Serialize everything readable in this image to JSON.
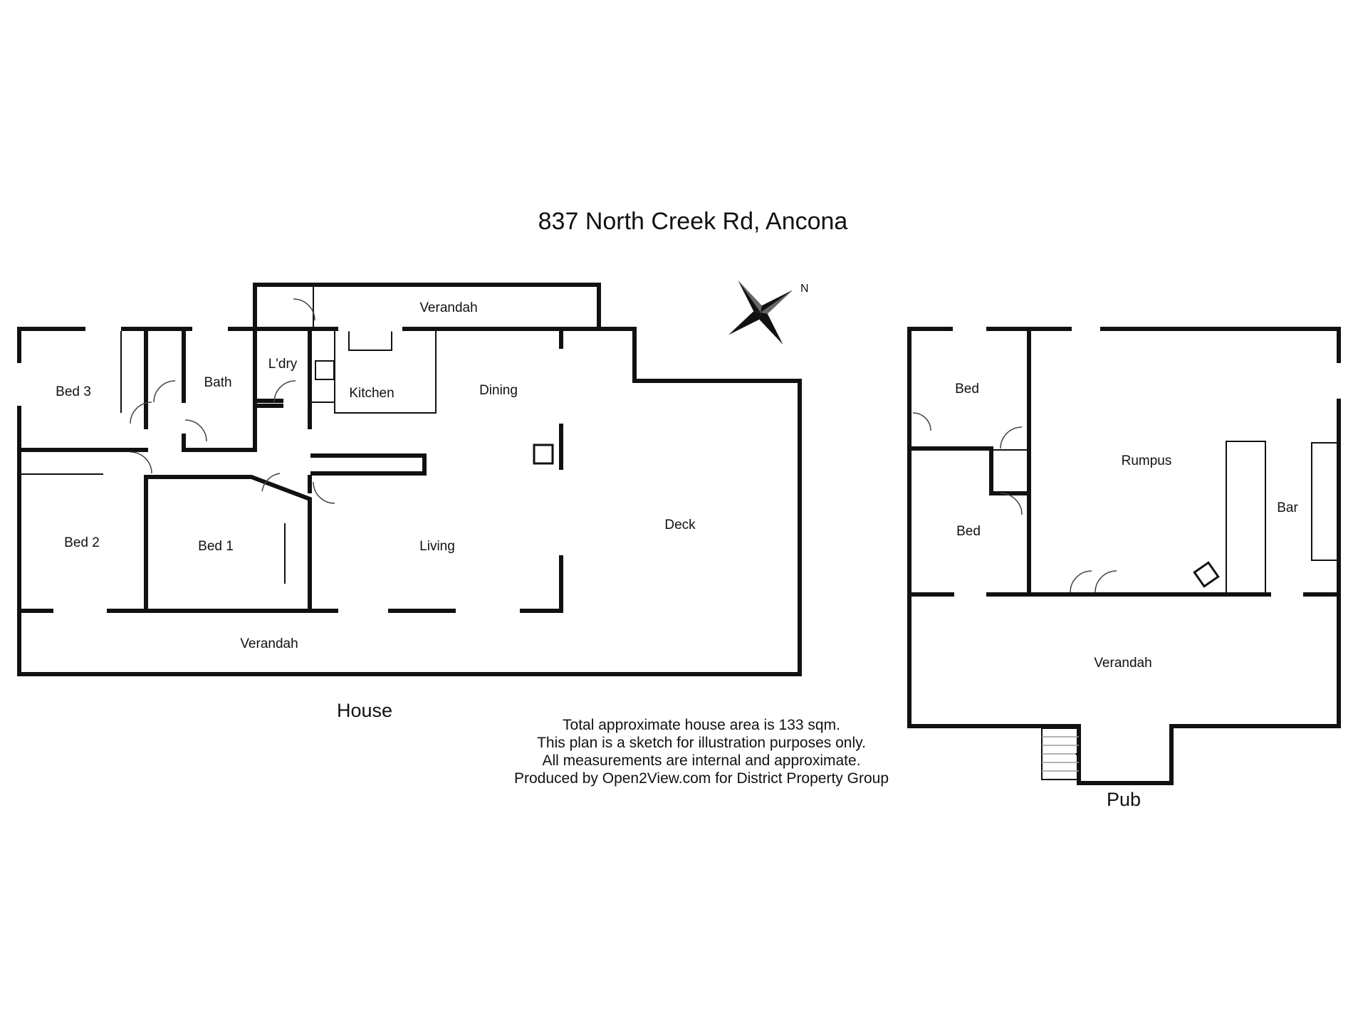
{
  "title": "837 North Creek Rd, Ancona",
  "compass_label": "N",
  "house": {
    "name": "House",
    "rooms": {
      "verandah_top": "Verandah",
      "bed3": "Bed 3",
      "bath": "Bath",
      "laundry": "L'dry",
      "kitchen": "Kitchen",
      "dining": "Dining",
      "bed2": "Bed 2",
      "bed1": "Bed 1",
      "living": "Living",
      "deck": "Deck",
      "verandah_bottom": "Verandah"
    }
  },
  "pub": {
    "name": "Pub",
    "rooms": {
      "bed_top": "Bed",
      "bed_bottom": "Bed",
      "rumpus": "Rumpus",
      "bar": "Bar",
      "verandah": "Verandah"
    }
  },
  "notes": [
    "Total approximate house area is 133 sqm.",
    "This plan is a sketch for illustration purposes only.",
    "All measurements are internal and approximate.",
    "Produced by Open2View.com for District Property Group"
  ]
}
